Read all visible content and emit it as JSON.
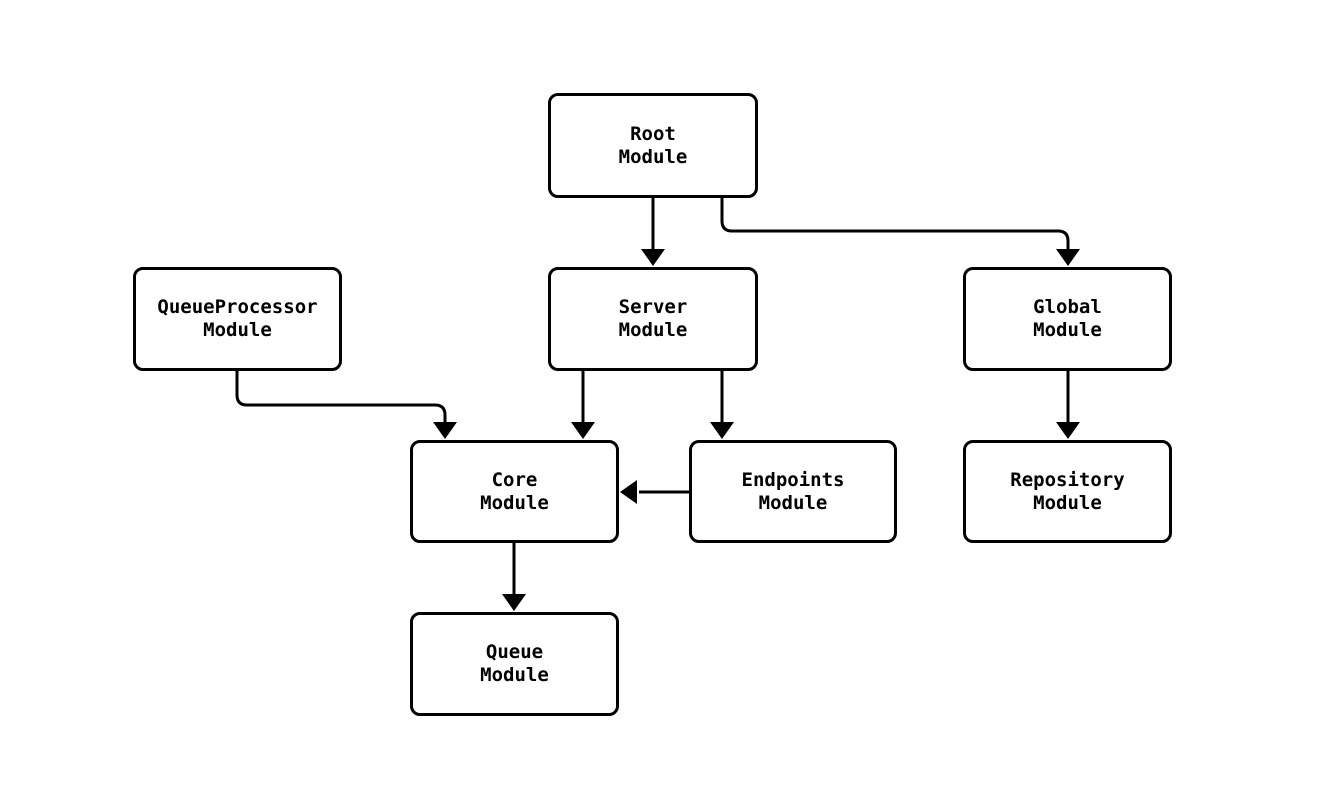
{
  "diagram": {
    "type": "module-dependency-graph",
    "background_color": "#ffffff",
    "node_fill_color": "#ffffff",
    "stroke_color": "#000000"
  },
  "nodes": {
    "root": {
      "lines": [
        "Root",
        "Module"
      ]
    },
    "queueprocessor": {
      "lines": [
        "QueueProcessor",
        "Module"
      ]
    },
    "server": {
      "lines": [
        "Server",
        "Module"
      ]
    },
    "global": {
      "lines": [
        "Global",
        "Module"
      ]
    },
    "core": {
      "lines": [
        "Core",
        "Module"
      ]
    },
    "endpoints": {
      "lines": [
        "Endpoints",
        "Module"
      ]
    },
    "repository": {
      "lines": [
        "Repository",
        "Module"
      ]
    },
    "queue": {
      "lines": [
        "Queue",
        "Module"
      ]
    }
  },
  "edges": [
    {
      "from": "Root Module",
      "to": "Server Module"
    },
    {
      "from": "Root Module",
      "to": "Global Module"
    },
    {
      "from": "QueueProcessor Module",
      "to": "Core Module"
    },
    {
      "from": "Server Module",
      "to": "Core Module"
    },
    {
      "from": "Server Module",
      "to": "Endpoints Module"
    },
    {
      "from": "Endpoints Module",
      "to": "Core Module"
    },
    {
      "from": "Global Module",
      "to": "Repository Module"
    },
    {
      "from": "Core Module",
      "to": "Queue Module"
    }
  ]
}
